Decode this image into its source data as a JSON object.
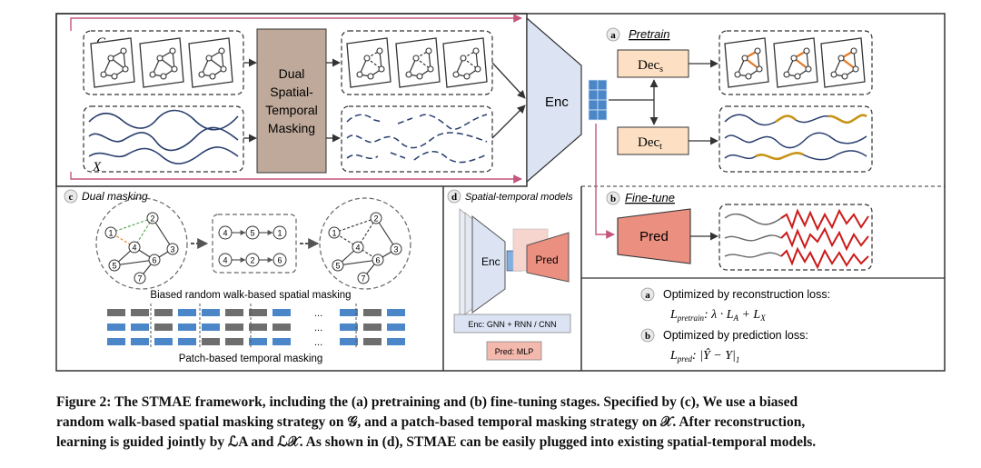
{
  "labels": {
    "g": "G",
    "x": "X",
    "dual_masking_box": [
      "Dual",
      "Spatial-",
      "Temporal",
      "Masking"
    ],
    "enc": "Enc",
    "dec_s": "Dec",
    "dec_s_sub": "s",
    "dec_t": "Dec",
    "dec_t_sub": "t",
    "pred": "Pred"
  },
  "sections": {
    "a_letter": "a",
    "a_title": "Pretrain",
    "b_letter": "b",
    "b_title": "Fine-tune",
    "c_letter": "c",
    "c_title": "Dual masking",
    "d_letter": "d",
    "d_title": "Spatial-temporal models"
  },
  "panel_c": {
    "node_labels_left": [
      "1",
      "2",
      "3",
      "4",
      "5",
      "6",
      "7"
    ],
    "walk_row1": [
      "4",
      "5",
      "1"
    ],
    "walk_row2": [
      "4",
      "2",
      "6"
    ],
    "node_labels_right": [
      "1",
      "2",
      "3",
      "4",
      "5",
      "6",
      "7"
    ],
    "spatial_caption": "Biased random walk-based spatial masking",
    "temporal_caption": "Patch-based temporal masking",
    "ellipsis": "..."
  },
  "panel_d": {
    "enc": "Enc",
    "pred": "Pred",
    "enc_note": "Enc: GNN + RNN / CNN",
    "pred_note": "Pred: MLP"
  },
  "losses": {
    "a_letter": "a",
    "a_text": "Optimized by reconstruction loss:",
    "a_formula_lhs": "L",
    "a_formula_sub": "pretrain",
    "a_formula_rhs": ": λ · L",
    "a_formula_A": "A",
    "a_formula_plus": " + L",
    "a_formula_X": "X",
    "b_letter": "b",
    "b_text": "Optimized by prediction loss:",
    "b_formula_lhs": "L",
    "b_formula_sub": "pred",
    "b_formula_rhs": ": |Ŷ − Y|",
    "b_formula_norm": "1"
  },
  "caption": [
    "Figure 2: The STMAE framework, including the (a) pretraining and (b) fine-tuning stages. Specified by (c), We use a biased",
    "random walk-based spatial masking strategy on 𝒢, and a patch-based temporal masking strategy on 𝒳. After reconstruction,",
    "learning is guided jointly by ℒA and ℒ𝒳. As shown in (d), STMAE can be easily plugged into existing spatial-temporal models."
  ],
  "colors": {
    "masking_box": "#bfa99a",
    "encoder": "#dce4f4",
    "decoder": "#fde0c4",
    "pred": "#eb8f80",
    "arrow_pink": "#c4567e",
    "highlight_orange": "#e07a28",
    "recon_gold": "#c89418",
    "pred_red": "#cc1a1a",
    "blue_patch": "#4a86c8",
    "gray_patch": "#6e6e6e"
  }
}
